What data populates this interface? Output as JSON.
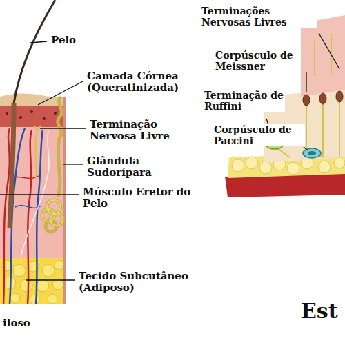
{
  "diagram": {
    "labels": [
      "Pelo",
      "Camada Córnea (Queratinizada)",
      "Terminação Nervosa Livre",
      "Glândula Sudorípara",
      "Músculo Eretor do Pelo",
      "Tecido Subcutâneo (Adiposo)",
      "iloso",
      "Terminações Nervosas Livres",
      "Corpúsculo de Meissner",
      "Terminação de Ruffini",
      "Corpúsculo de Paccini",
      "Est"
    ]
  }
}
